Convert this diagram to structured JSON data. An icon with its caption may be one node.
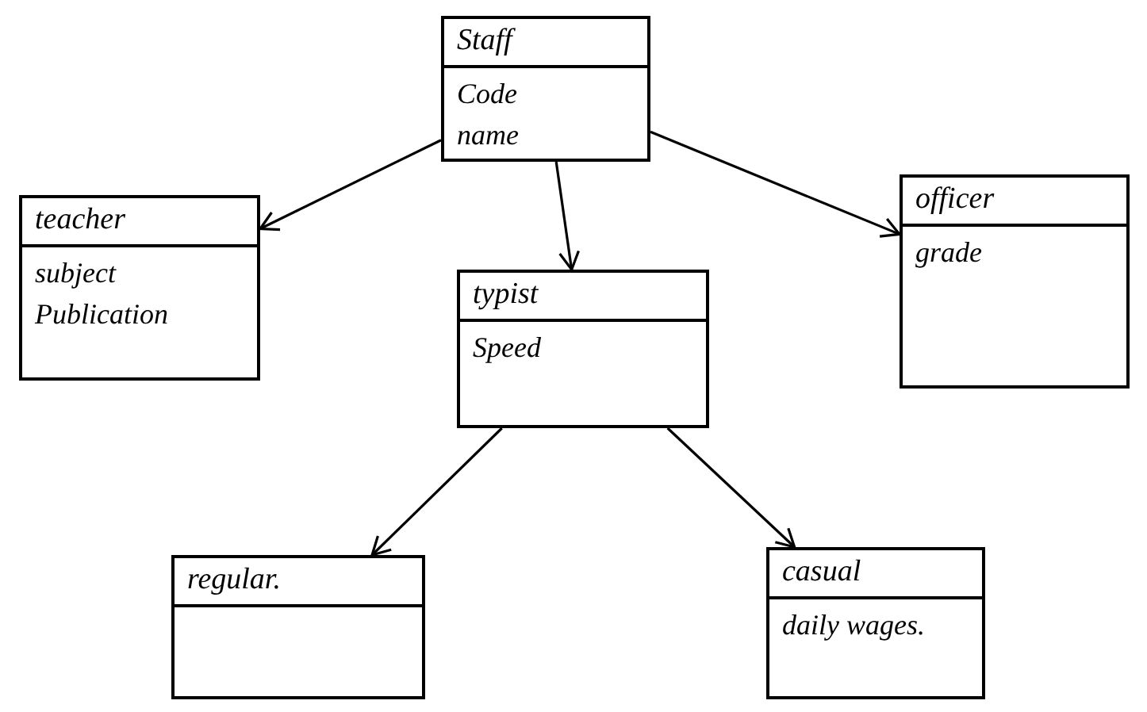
{
  "diagram": {
    "nodes": [
      {
        "text": [
          "Staff",
          "Code",
          "name"
        ]
      },
      {
        "text": [
          "teacher",
          "subject",
          "Publication"
        ]
      },
      {
        "text": [
          "typist",
          "Speed"
        ]
      },
      {
        "text": [
          "officer",
          "grade"
        ]
      },
      {
        "text": [
          "regular."
        ]
      },
      {
        "text": [
          "casual",
          "daily wages."
        ]
      }
    ],
    "edges": [
      {
        "from": 0,
        "to": 1,
        "arrow": "to"
      },
      {
        "from": 0,
        "to": 2,
        "arrow": "to"
      },
      {
        "from": 0,
        "to": 3,
        "arrow": "to"
      },
      {
        "from": 2,
        "to": 4,
        "arrow": "to"
      },
      {
        "from": 2,
        "to": 5,
        "arrow": "to"
      }
    ]
  }
}
